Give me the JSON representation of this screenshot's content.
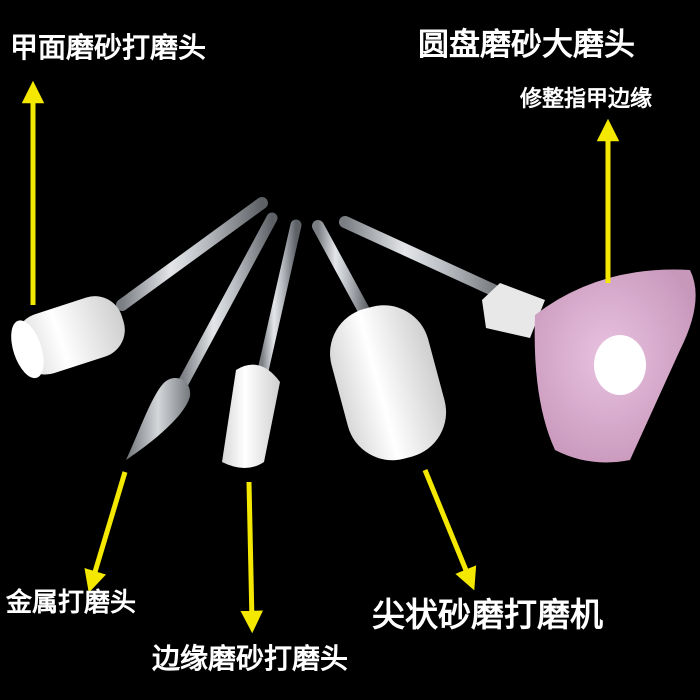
{
  "labels": {
    "top_left": "甲面磨砂打磨头",
    "top_right": "圆盘磨砂大磨头",
    "top_right_sub": "修整指甲边缘",
    "bottom_metal": "金属打磨头",
    "bottom_edge": "边缘磨砂打磨头",
    "bottom_pointed": "尖状砂磨打磨机"
  },
  "colors": {
    "background": "#000000",
    "arrow": "#f4e800",
    "shaft": "#c9ccd0",
    "white_stone": "#f3f3f3",
    "pink_stone": "#dcaed0",
    "diamond_bit": "#a9adb2"
  },
  "icons": [
    "arrow-icon"
  ]
}
